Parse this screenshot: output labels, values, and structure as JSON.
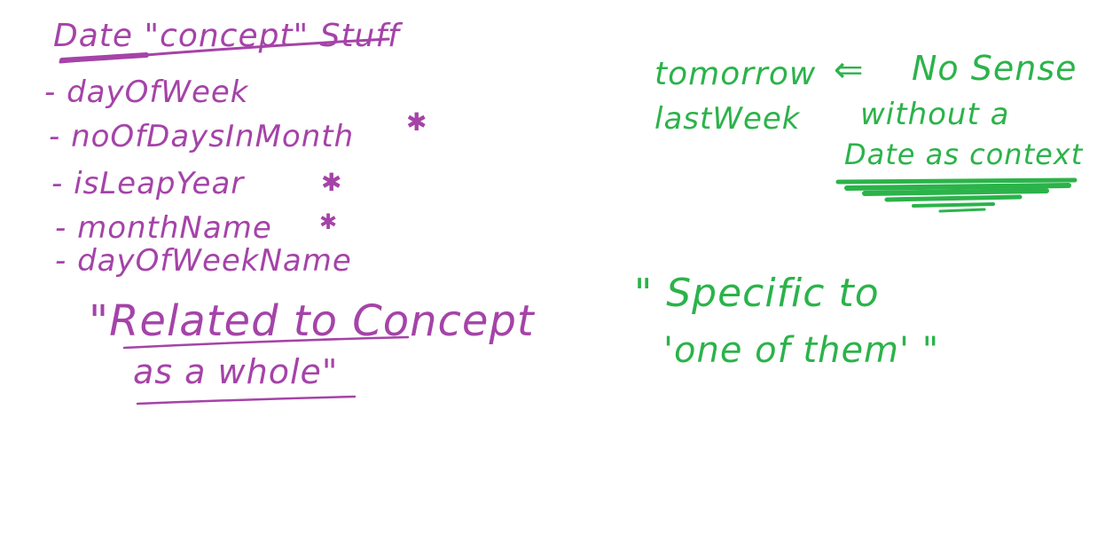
{
  "colors": {
    "purple_ink": "#a543a8",
    "green_ink": "#2bb34a",
    "background": "#ffffff"
  },
  "left_note": {
    "title": "Date \"concept\" Stuff",
    "items": [
      {
        "text": "- dayOfWeek",
        "starred": false
      },
      {
        "text": "- noOfDaysInMonth",
        "starred": true
      },
      {
        "text": "- isLeapYear",
        "starred": true
      },
      {
        "text": "- monthName",
        "starred": true
      },
      {
        "text": "- dayOfWeekName",
        "starred": false
      }
    ],
    "star_glyph": "✱",
    "quote_line1": "\"Related to Concept",
    "quote_line2": "as a whole\""
  },
  "right_note": {
    "word1": "tomorrow",
    "word2": "lastWeek",
    "arrow": "⇐",
    "line1": "No Sense",
    "line2": "without a",
    "line3": "Date as context",
    "quote_line1": "\" Specific to",
    "quote_line2": "'one of them' \""
  }
}
